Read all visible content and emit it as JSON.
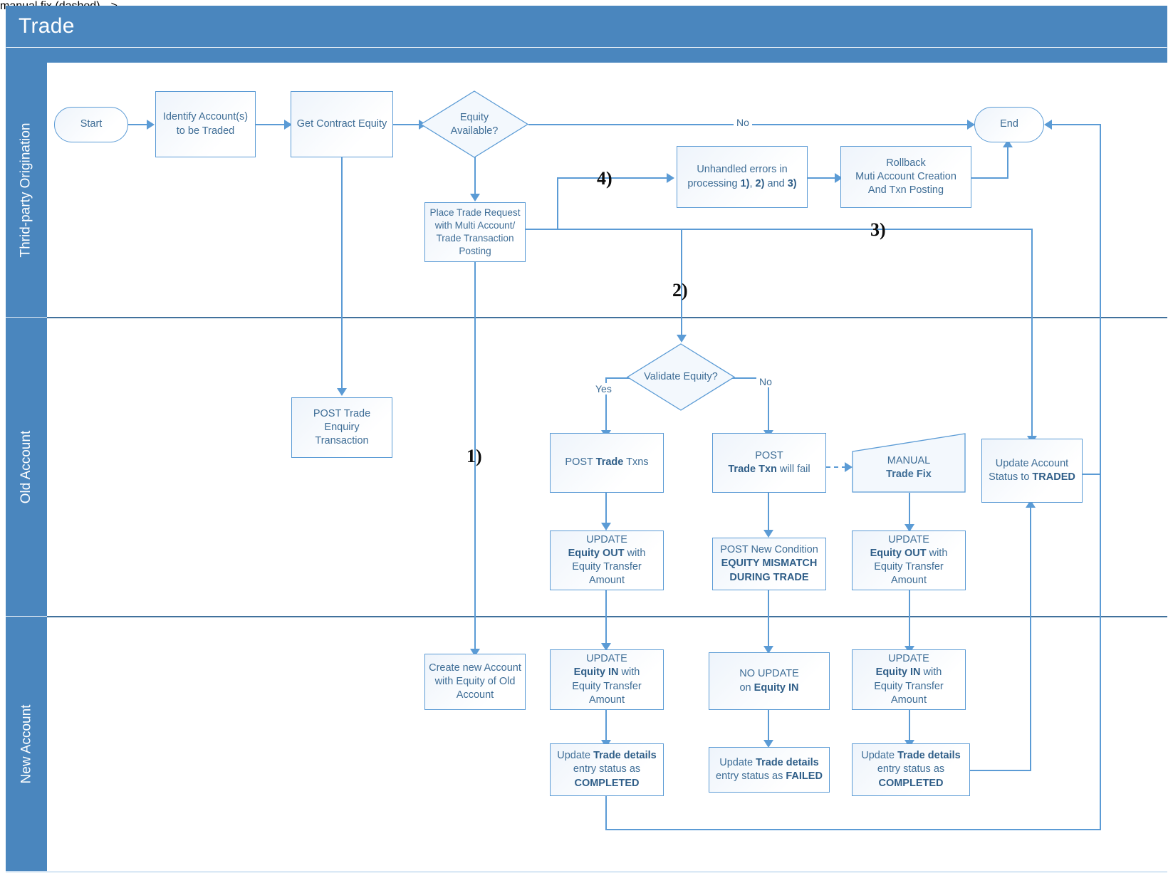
{
  "pool": {
    "title": "Trade",
    "lanes": [
      {
        "id": "lane-third-party",
        "label": "Thrid-party Origination"
      },
      {
        "id": "lane-old-account",
        "label": "Old Account"
      },
      {
        "id": "lane-new-account",
        "label": "New Account"
      }
    ]
  },
  "nodes": {
    "start": {
      "label": "Start"
    },
    "identify": {
      "label": "Identify Account(s) to be Traded"
    },
    "get_equity": {
      "label": "Get Contract Equity"
    },
    "equity_available": {
      "label": "Equity Available?"
    },
    "place_trade": {
      "label": "Place Trade Request with Multi Account/ Trade Transaction Posting"
    },
    "unhandled": {
      "label": "Unhandled errors in processing 1), 2) and 3)",
      "bold_parts": [
        "1),",
        "2)",
        "3)"
      ]
    },
    "rollback": {
      "label": "Rollback Muti Account Creation And Txn Posting"
    },
    "end": {
      "label": "End"
    },
    "post_enquiry": {
      "label": "POST Trade Enquiry Transaction"
    },
    "validate_equity": {
      "label": "Validate Equity?"
    },
    "post_trade_txns": {
      "label": "POST Trade Txns",
      "bold_parts": [
        "Trade"
      ]
    },
    "post_will_fail": {
      "label": "POST Trade Txn will fail",
      "bold_parts": [
        "Trade Txn"
      ]
    },
    "manual_fix": {
      "label": "MANUAL Trade Fix",
      "bold_parts": [
        "Trade Fix"
      ]
    },
    "update_status": {
      "label": "Update Account Status to TRADED",
      "bold_parts": [
        "TRADED"
      ]
    },
    "equity_out_yes": {
      "label": "UPDATE Equity OUT with Equity Transfer Amount",
      "bold_parts": [
        "Equity OUT"
      ]
    },
    "post_new_cond": {
      "label": "POST New Condition EQUITY MISMATCH DURING TRADE",
      "bold_parts": [
        "EQUITY MISMATCH DURING TRADE"
      ]
    },
    "equity_out_fix": {
      "label": "UPDATE Equity OUT with Equity Transfer Amount",
      "bold_parts": [
        "Equity OUT"
      ]
    },
    "create_account": {
      "label": "Create new Account with Equity of Old Account"
    },
    "equity_in_yes": {
      "label": "UPDATE Equity IN with Equity Transfer Amount",
      "bold_parts": [
        "Equity IN"
      ]
    },
    "no_update": {
      "label": "NO UPDATE on Equity IN",
      "bold_parts": [
        "Equity IN"
      ]
    },
    "equity_in_fix": {
      "label": "UPDATE Equity IN with Equity Transfer Amount",
      "bold_parts": [
        "Equity IN"
      ]
    },
    "trade_completed": {
      "label": "Update Trade details entry status as COMPLETED",
      "bold_parts": [
        "Trade details",
        "COMPLETED"
      ]
    },
    "trade_failed": {
      "label": "Update Trade details entry status as FAILED",
      "bold_parts": [
        "Trade details",
        "FAILED"
      ]
    },
    "trade_completed2": {
      "label": "Update Trade details entry status as COMPLETED",
      "bold_parts": [
        "Trade details",
        "COMPLETED"
      ]
    }
  },
  "edge_labels": {
    "equity_no": "No",
    "validate_yes": "Yes",
    "validate_no": "No"
  },
  "annotations": {
    "one": "1)",
    "two": "2)",
    "three": "3)",
    "four": "4)"
  },
  "colors": {
    "lane_header": "#4a86be",
    "shape_stroke": "#5b9bd5",
    "shape_text": "#3e6d96",
    "connector": "#5b9bd5",
    "lane_divider": "#41719c",
    "annotation": "#0d0d0d"
  }
}
